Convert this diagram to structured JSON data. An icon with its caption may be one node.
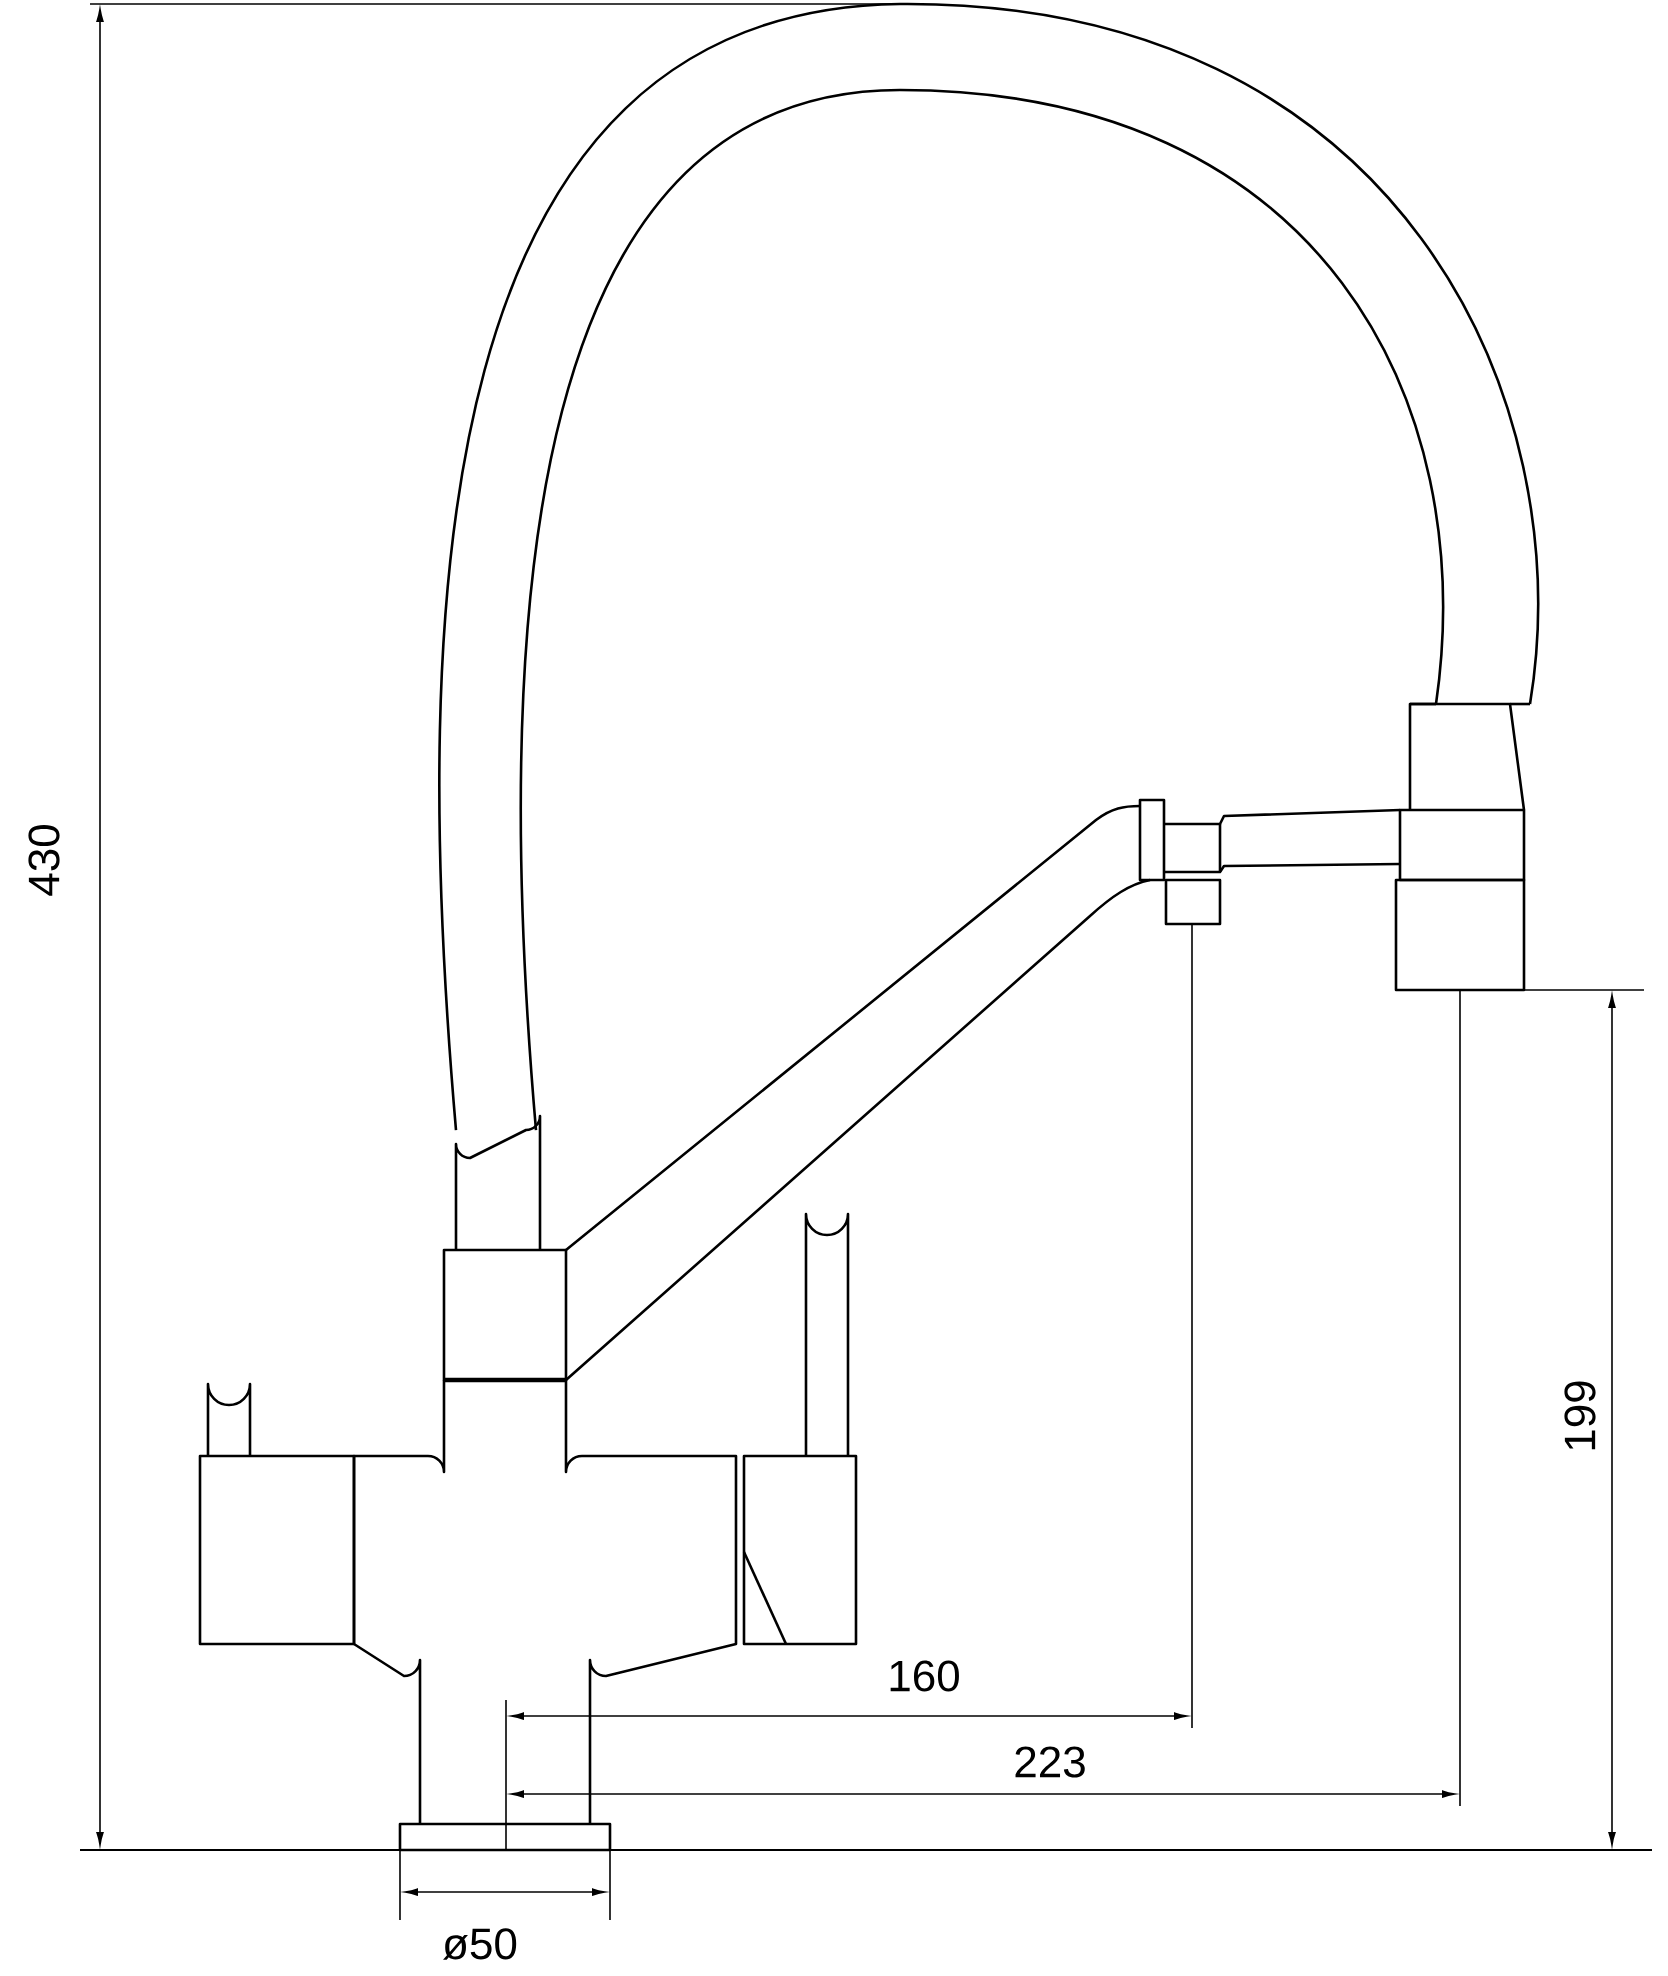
{
  "diagram": {
    "labels": [
      "430",
      "199",
      "160",
      "223",
      "ø50"
    ]
  }
}
